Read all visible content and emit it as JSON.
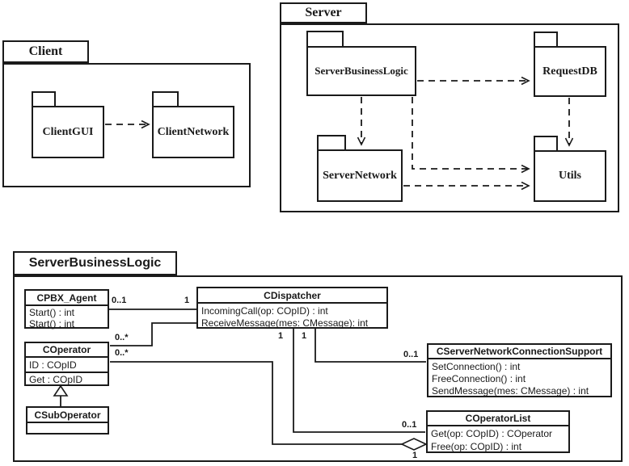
{
  "colors": {
    "line": "#1a1a1a",
    "background": "#ffffff"
  },
  "client_package": {
    "title": "Client",
    "client_gui_label": "ClientGUI",
    "client_network_label": "ClientNetwork"
  },
  "server_package": {
    "title": "Server",
    "server_business_logic_label": "ServerBusinessLogic",
    "request_db_label": "RequestDB",
    "server_network_label": "ServerNetwork",
    "utils_label": "Utils"
  },
  "detail_package": {
    "title": "ServerBusinessLogic",
    "classes": {
      "cpbx_agent": {
        "name": "CPBX_Agent",
        "members": [
          "Start() : int",
          "Start() : int"
        ]
      },
      "cdispatcher": {
        "name": "CDispatcher",
        "members": [
          "IncomingCall(op: COpID) : int",
          "ReceiveMessage(mes: CMessage): int"
        ]
      },
      "coperator": {
        "name": "COperator",
        "members": [
          "ID : COpID",
          "Get : COpID"
        ]
      },
      "csub_operator": {
        "name": "CSubOperator",
        "members": []
      },
      "cserver_network_connection_support": {
        "name": "CServerNetworkConnectionSupport",
        "members": [
          "SetConnection() : int",
          "FreeConnection() : int",
          "SendMessage(mes: CMessage) : int"
        ]
      },
      "coperator_list": {
        "name": "COperatorList",
        "members": [
          "Get(op: COpID) : COperator",
          "Free(op: COpID) : int"
        ]
      }
    },
    "multiplicities": {
      "agent_end": "0..1",
      "dispatcher_end": "1",
      "operator_dispatcher_end": "0..*",
      "operator_list_end": "0..*",
      "dispatcher_to_list_source": "1",
      "dispatcher_to_connection_source": "1",
      "connection_support_end": "0..1",
      "operator_list_target_end": "0..1",
      "aggregation_diamond_end": "1"
    }
  }
}
